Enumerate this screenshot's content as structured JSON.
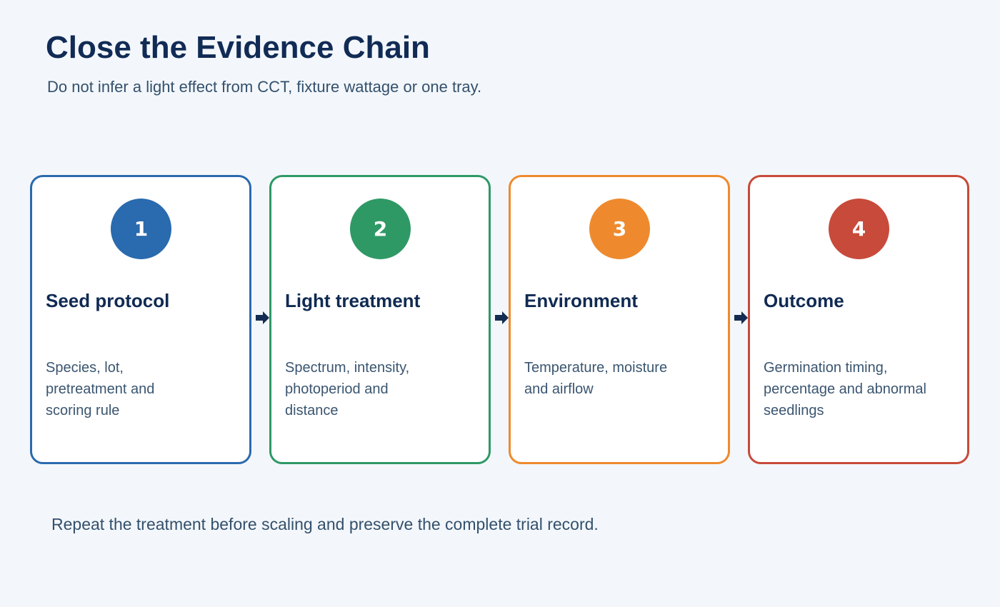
{
  "header": {
    "title": "Close the Evidence Chain",
    "subtitle": "Do not infer a light effect from CCT, fixture wattage or one tray."
  },
  "steps": [
    {
      "number": "1",
      "title": "Seed protocol",
      "description": "Species, lot, pretreatment and scoring rule",
      "color": "#2a6aae"
    },
    {
      "number": "2",
      "title": "Light treatment",
      "description": "Spectrum, intensity, photoperiod and distance",
      "color": "#2f9966"
    },
    {
      "number": "3",
      "title": "Environment",
      "description": "Temperature, moisture and airflow",
      "color": "#ee8a2d"
    },
    {
      "number": "4",
      "title": "Outcome",
      "description": "Germination timing, percentage and abnormal seedlings",
      "color": "#c84a3a"
    }
  ],
  "connectors": {
    "icon": "right-arrow-icon",
    "color": "#142c52"
  },
  "footer": {
    "note": "Repeat the treatment before scaling and preserve the complete trial record."
  }
}
